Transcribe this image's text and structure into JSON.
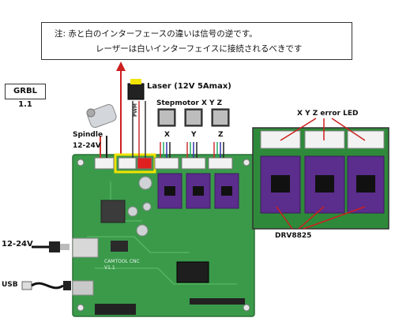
{
  "note": {
    "line1": "注: 赤と白のインターフェースの違いは信号の逆です。",
    "line2": "レーザーは白いインターフェイスに接続されるべきです"
  },
  "version_label": "GRBL 1.1",
  "labels": {
    "laser": "Laser (12V 5Amax)",
    "stepmotor": "Stepmotor X Y Z",
    "axis_x": "X",
    "axis_y": "Y",
    "axis_z": "Z",
    "spindle": "Spindle",
    "spindle_voltage": "12-24V",
    "power_voltage": "12-24V",
    "usb": "USB",
    "error_led": "X Y Z error LED",
    "driver": "DRV8825",
    "pwm": "PWM",
    "board_text": "CAMTOOL CNC",
    "board_version": "V1.1"
  },
  "colors": {
    "board": "#3a9a4a",
    "board_dark": "#2d7e3b",
    "driver": "#5b2d8c",
    "highlight": "#f3e300",
    "arrow": "#cc1f1f",
    "header_white": "#f2f2f2",
    "header_red": "#e02020"
  }
}
